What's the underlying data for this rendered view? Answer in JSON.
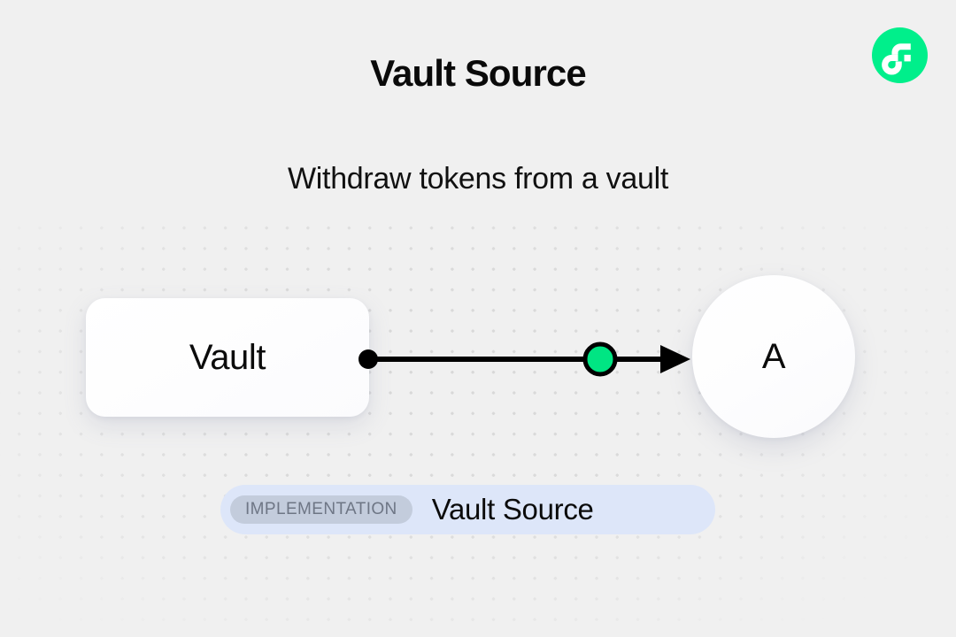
{
  "page": {
    "title": "Vault Source",
    "subtitle": "Withdraw tokens from a vault",
    "background_color": "#f0f0f0"
  },
  "brand": {
    "logo_name": "flow-logo",
    "logo_color": "#00ef8b",
    "glyph_color": "#ffffff"
  },
  "diagram": {
    "nodes": [
      {
        "id": "vault",
        "label": "Vault",
        "shape": "rounded-rect",
        "fill": "#ffffff"
      },
      {
        "id": "a",
        "label": "A",
        "shape": "circle",
        "fill": "#ffffff"
      }
    ],
    "edge": {
      "source_handle_color": "#000000",
      "midpoint_node_color": "#00e583",
      "midpoint_ring_color": "#000000",
      "line_color": "#000000",
      "arrow_color": "#000000",
      "direction": "left-to-right"
    },
    "grid": {
      "dot_color": "#d8d8d8",
      "spacing": 23
    }
  },
  "implementation": {
    "chip_label": "IMPLEMENTATION",
    "value": "Vault Source",
    "bar_color": "#dde6f9",
    "chip_color": "#c3ccdc",
    "chip_text_color": "#6e7685"
  }
}
